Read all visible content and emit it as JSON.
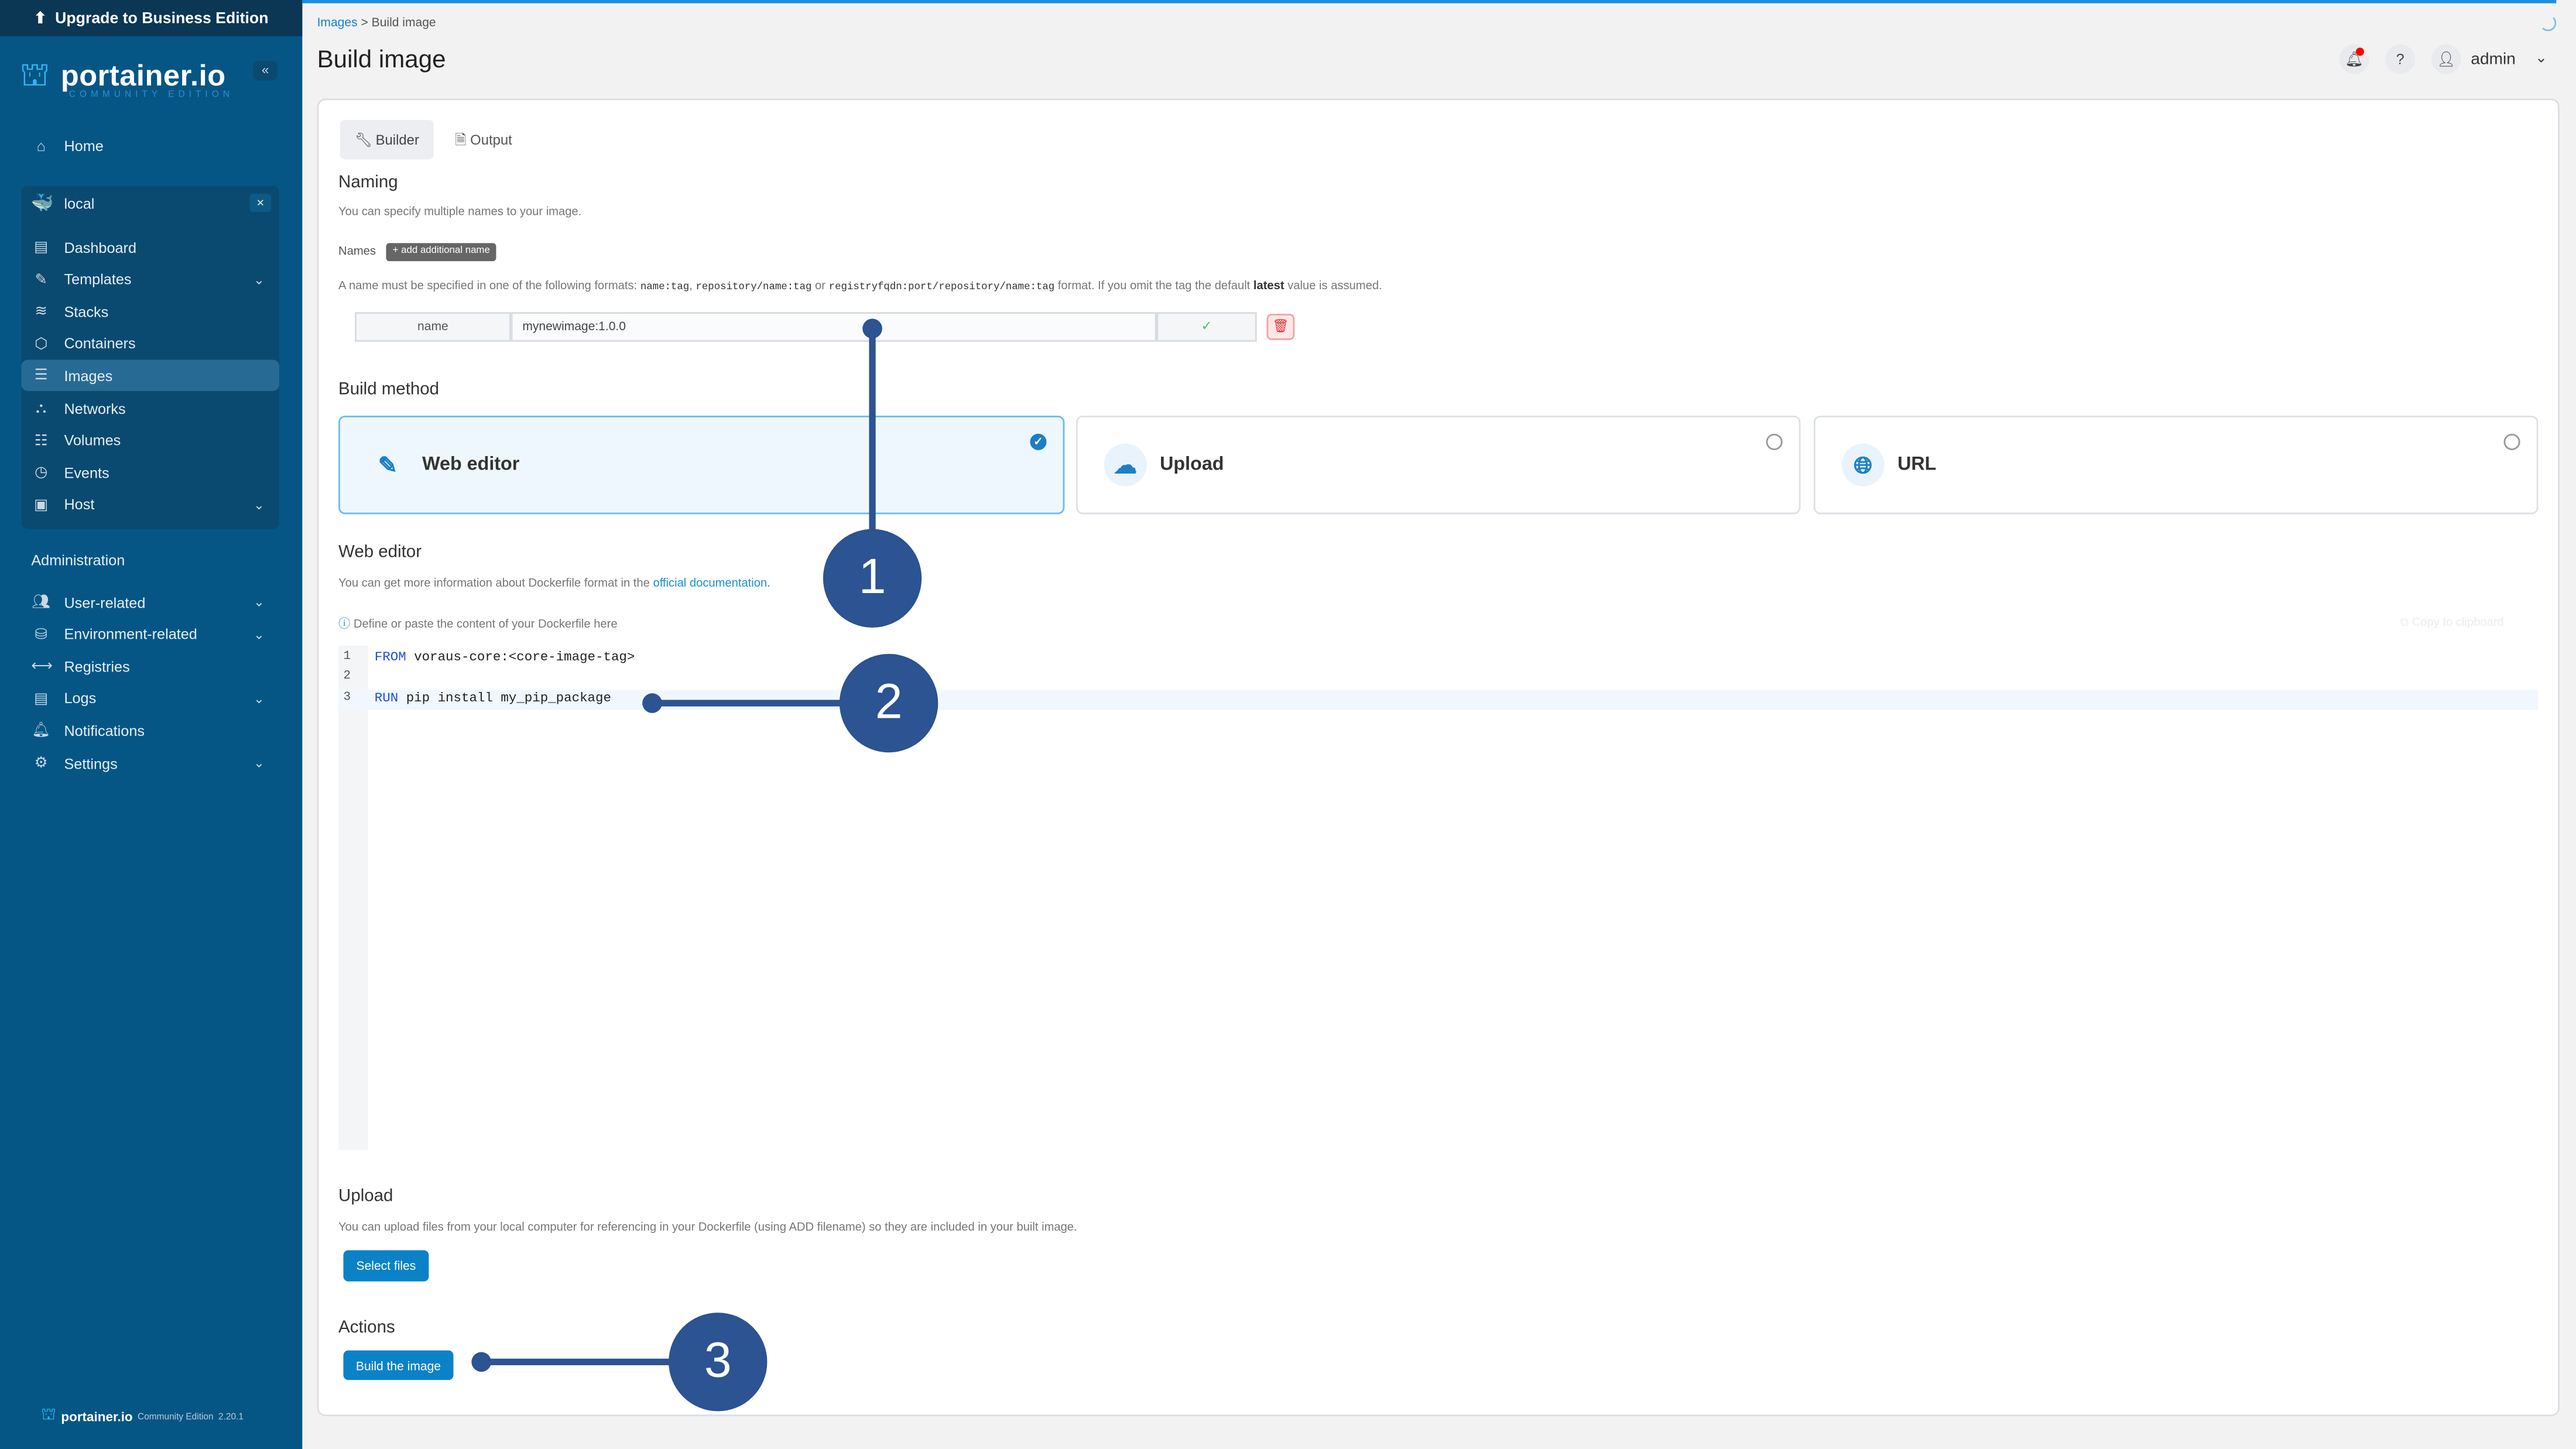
{
  "sidebar": {
    "upgrade": "Upgrade to Business Edition",
    "logo": "portainer.io",
    "logo_sub": "COMMUNITY EDITION",
    "home": "Home",
    "env": {
      "name": "local",
      "close": "×"
    },
    "env_items": [
      {
        "label": "Dashboard",
        "icon": "dashboard-icon"
      },
      {
        "label": "Templates",
        "icon": "edit-icon",
        "expand": true
      },
      {
        "label": "Stacks",
        "icon": "layers-icon"
      },
      {
        "label": "Containers",
        "icon": "box-icon"
      },
      {
        "label": "Images",
        "icon": "list-icon",
        "active": true
      },
      {
        "label": "Networks",
        "icon": "network-icon"
      },
      {
        "label": "Volumes",
        "icon": "database-icon"
      },
      {
        "label": "Events",
        "icon": "clock-icon"
      },
      {
        "label": "Host",
        "icon": "host-icon",
        "expand": true
      }
    ],
    "admin_heading": "Administration",
    "admin_items": [
      {
        "label": "User-related",
        "expand": true
      },
      {
        "label": "Environment-related",
        "expand": true
      },
      {
        "label": "Registries"
      },
      {
        "label": "Logs",
        "expand": true
      },
      {
        "label": "Notifications"
      },
      {
        "label": "Settings",
        "expand": true
      }
    ],
    "footer": {
      "logo": "portainer.io",
      "edition": "Community Edition",
      "version": "2.20.1"
    }
  },
  "header": {
    "breadcrumb": [
      "Images",
      "Build image"
    ],
    "title": "Build image",
    "user": "admin"
  },
  "tabs": [
    "Builder",
    "Output"
  ],
  "naming": {
    "title": "Naming",
    "desc": "You can specify multiple names to your image.",
    "names_label": "Names",
    "add_button": "+ add additional name",
    "format_pre": "A name must be specified in one of the following formats:",
    "f1": "name:tag",
    "sep1": ",",
    "f2": "repository/name:tag",
    "sep2": "or",
    "f3": "registryfqdn:port/repository/name:tag",
    "format_post1": "format. If you omit the tag the default",
    "latest": "latest",
    "format_post2": "value is assumed.",
    "field_label": "name",
    "field_value": "mynewimage:1.0.0"
  },
  "build_method": {
    "title": "Build method",
    "options": [
      {
        "label": "Web editor",
        "selected": true
      },
      {
        "label": "Upload",
        "selected": false
      },
      {
        "label": "URL",
        "selected": false
      }
    ]
  },
  "web_editor": {
    "title": "Web editor",
    "desc": "You can get more information about Dockerfile format in the",
    "link": "official documentation.",
    "hint": "Define or paste the content of your Dockerfile here",
    "copy": "Copy to clipboard",
    "lines": [
      {
        "n": "1",
        "kw": "FROM",
        "rest": " voraus-core:<core-image-tag>"
      },
      {
        "n": "2",
        "kw": "",
        "rest": ""
      },
      {
        "n": "3",
        "kw": "RUN",
        "rest": " pip install my_pip_package"
      }
    ]
  },
  "upload": {
    "title": "Upload",
    "desc": "You can upload files from your local computer for referencing in your Dockerfile (using ADD filename) so they are included in your built image.",
    "button": "Select files"
  },
  "actions": {
    "title": "Actions",
    "button": "Build the image"
  },
  "annotations": [
    "1",
    "2",
    "3"
  ],
  "colors": {
    "sidebar": "#065685",
    "accent": "#0b82c8",
    "annotation": "#2c5392"
  }
}
